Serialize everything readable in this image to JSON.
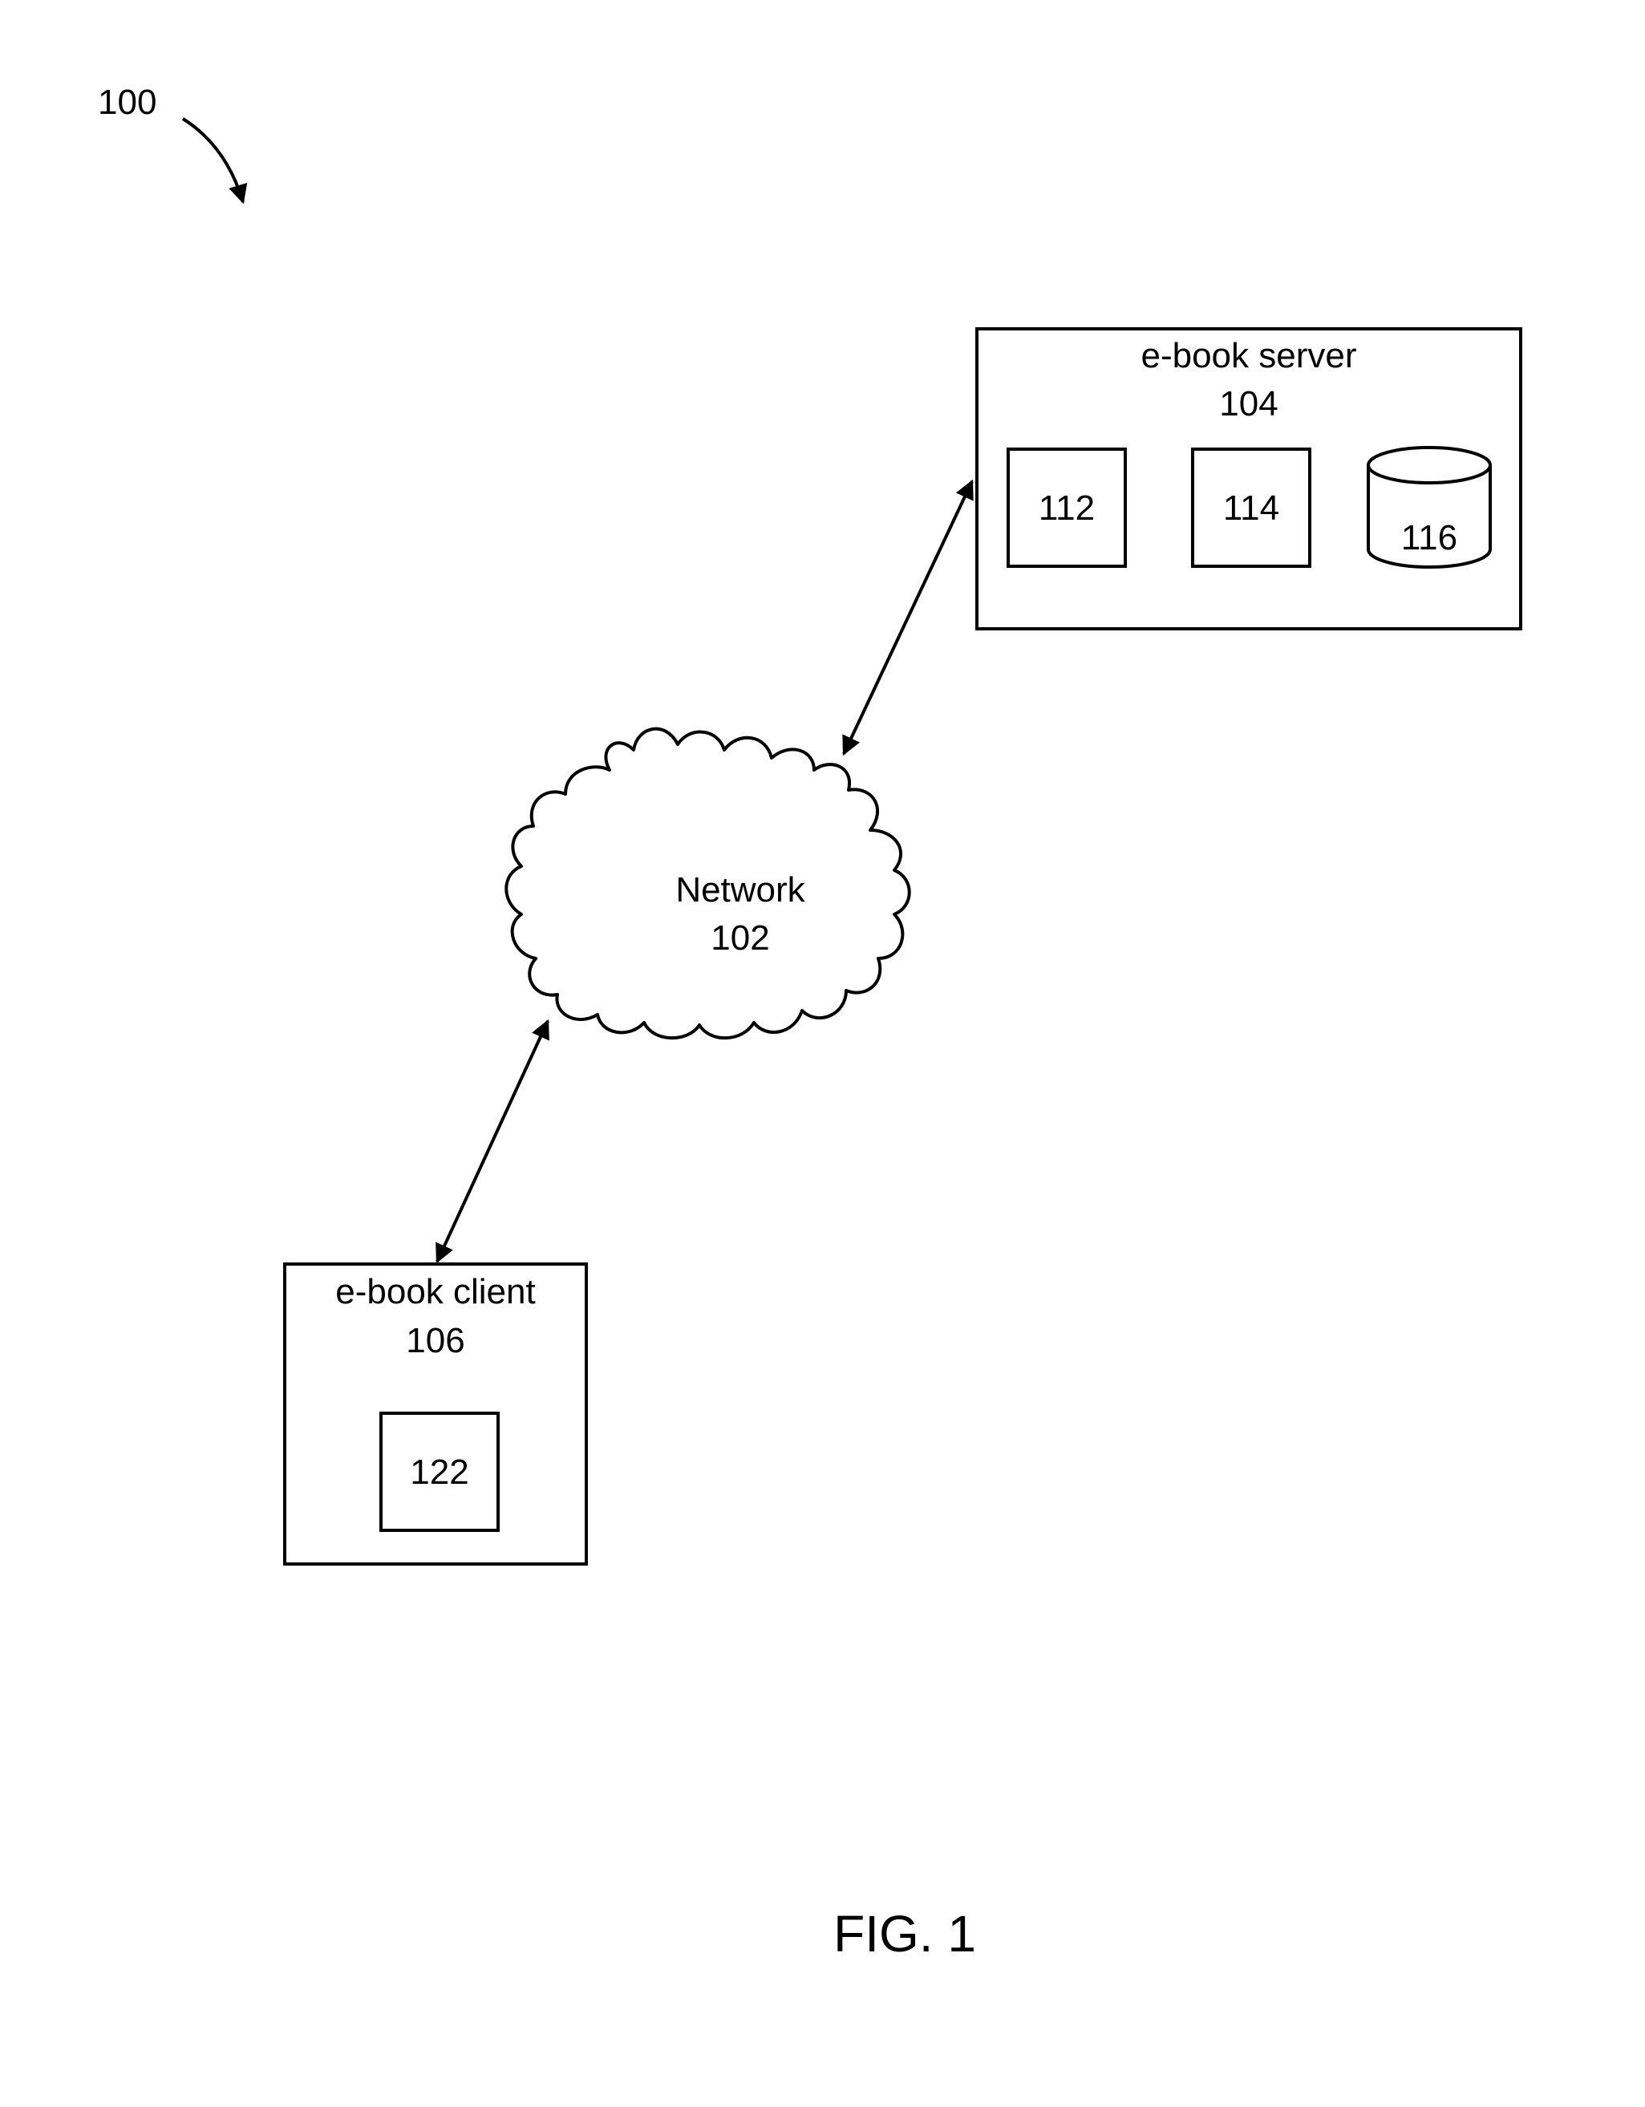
{
  "figure": {
    "ref_label": "100",
    "caption": "FIG. 1"
  },
  "server": {
    "title": "e-book server",
    "ref": "104",
    "modules": [
      "112",
      "114"
    ],
    "database": "116"
  },
  "network": {
    "title": "Network",
    "ref": "102"
  },
  "client": {
    "title": "e-book client",
    "ref": "106",
    "module": "122"
  }
}
